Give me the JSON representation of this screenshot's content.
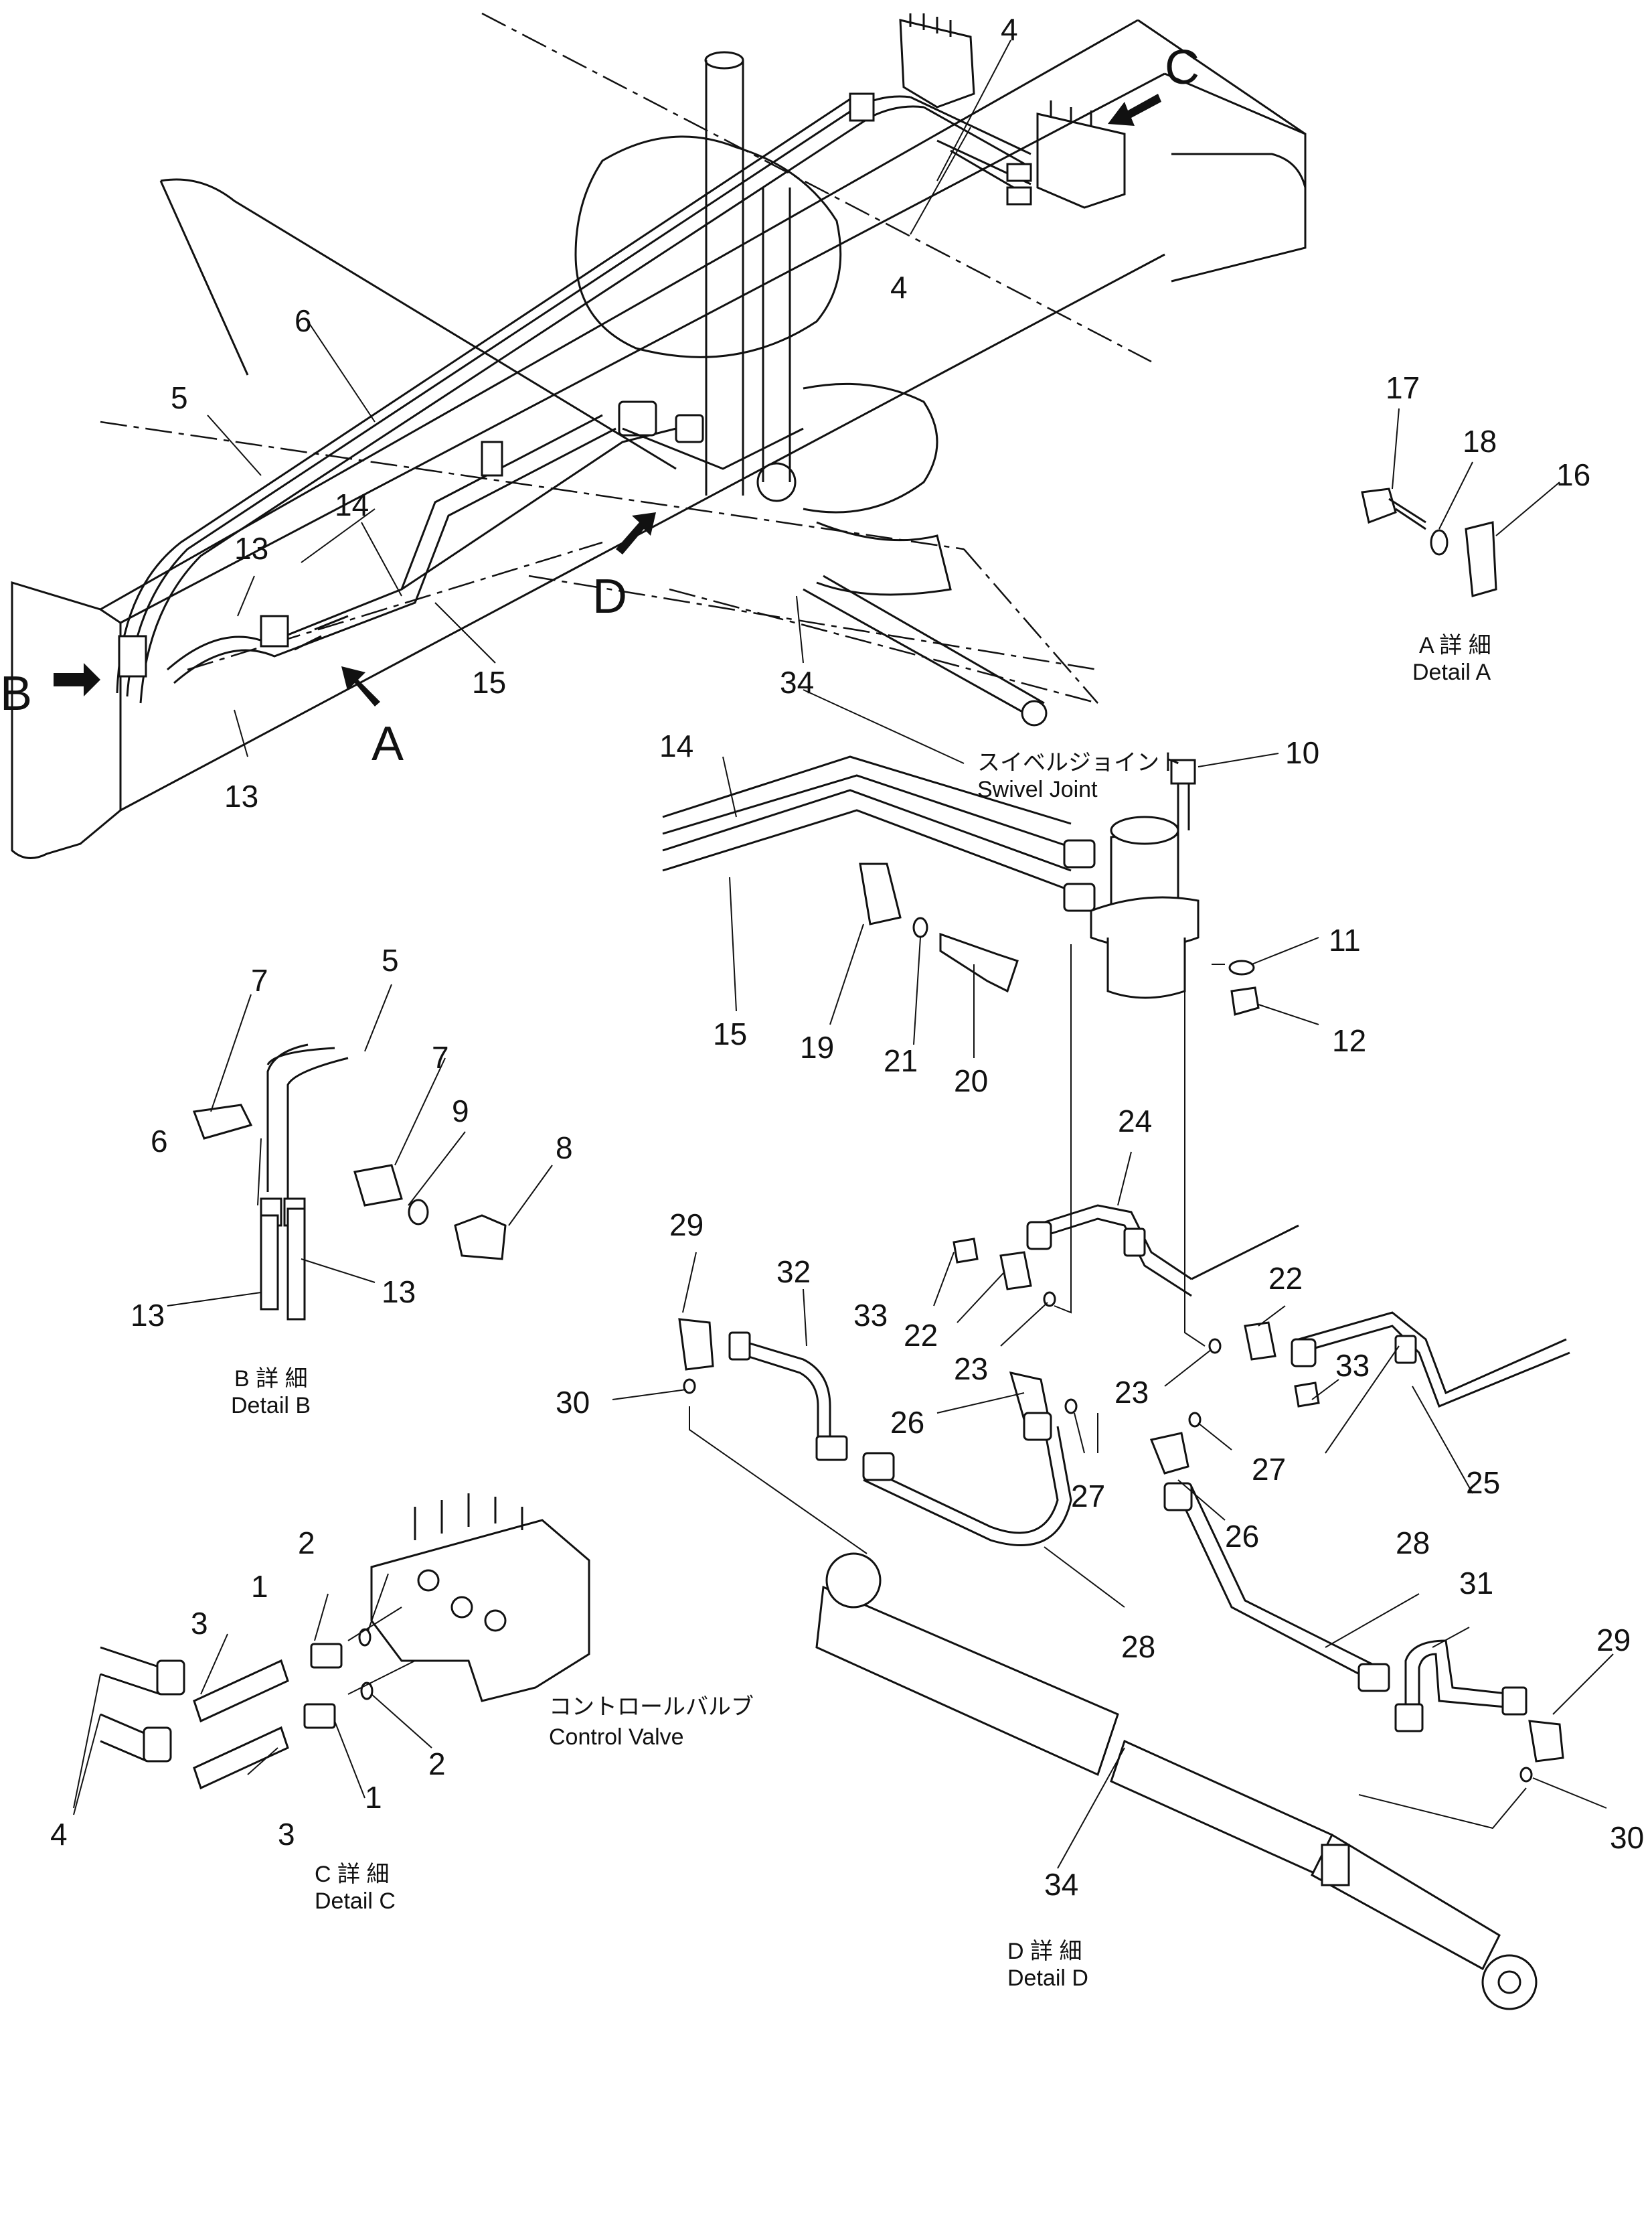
{
  "views": {
    "A": "A",
    "B": "B",
    "C": "C",
    "D": "D"
  },
  "details": {
    "a_jp": "A 詳 細",
    "a_en": "Detail A",
    "b_jp": "B 詳 細",
    "b_en": "Detail B",
    "c_jp": "C 詳 細",
    "c_en": "Detail C",
    "d_jp": "D 詳 細",
    "d_en": "Detail D"
  },
  "captions": {
    "swivel_jp": "スイベルジョイント",
    "swivel_en": "Swivel  Joint",
    "valve_jp": "コントロールバルブ",
    "valve_en": "Control  Valve"
  },
  "callouts": {
    "c4a": "4",
    "c4b": "4",
    "c6": "6",
    "c5": "5",
    "c14a": "14",
    "c13a": "13",
    "c13b": "13",
    "c15a": "15",
    "c34a": "34",
    "c17": "17",
    "c18": "18",
    "c16": "16",
    "c14b": "14",
    "c10": "10",
    "c15b": "15",
    "c19": "19",
    "c21": "21",
    "c20": "20",
    "c11": "11",
    "c12": "12",
    "c7a": "7",
    "c5b": "5",
    "c7b": "7",
    "c6b": "6",
    "c9": "9",
    "c8": "8",
    "c13c": "13",
    "c13d": "13",
    "c24": "24",
    "c29a": "29",
    "c32": "32",
    "c33a": "33",
    "c22a": "22",
    "c23a": "23",
    "c22b": "22",
    "c23b": "23",
    "c33b": "33",
    "c30a": "30",
    "c26a": "26",
    "c27a": "27",
    "c27b": "27",
    "c26b": "26",
    "c25": "25",
    "c28a": "28",
    "c28b": "28",
    "c31": "31",
    "c29b": "29",
    "c30b": "30",
    "c34b": "34",
    "c2a": "2",
    "c1a": "1",
    "c3a": "3",
    "c2b": "2",
    "c1b": "1",
    "c3b": "3",
    "c4c": "4"
  }
}
